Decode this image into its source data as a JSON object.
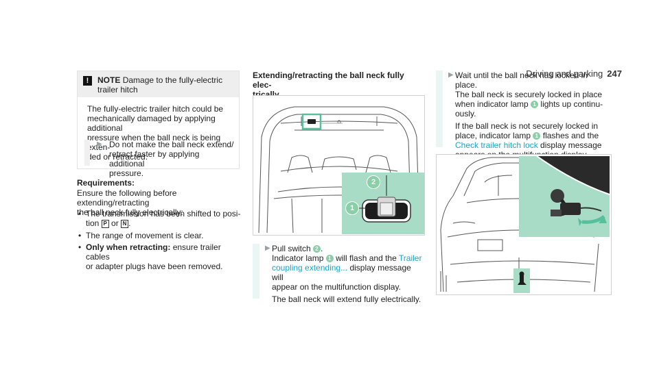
{
  "header": {
    "section": "Driving and parking",
    "page": "247"
  },
  "note": {
    "icon": "warning-icon",
    "label": "NOTE",
    "title": "Damage to the fully-electric trailer hitch",
    "body_lines": [
      "The fully-electric trailer hitch could be",
      "mechanically damaged by applying additional",
      "pressure when the ball neck is being exten-",
      "ded or retracted."
    ],
    "action_lines": [
      "Do not make the ball neck extend/",
      "retract faster by applying additional",
      "pressure."
    ]
  },
  "requirements": {
    "heading": "Requirements:",
    "intro_lines": [
      "Ensure the following before extending/retracting",
      "the ball neck fully electrically:"
    ],
    "bullet1_lines": [
      "The transmission has been shifted to posi-",
      "tion"
    ],
    "bullet1_key_p": "P",
    "bullet1_or": "or",
    "bullet1_key_n": "N",
    "bullet1_end": ".",
    "bullet2": "The range of movement is clear.",
    "bullet3_bold": "Only when retracting:",
    "bullet3_rest": " ensure trailer cables",
    "bullet3_line2": "or adapter plugs have been removed."
  },
  "extending": {
    "title_lines": [
      "Extending/retracting the ball neck fully elec-",
      "trically"
    ],
    "callouts": {
      "lamp": "1",
      "switch": "2"
    },
    "step1": {
      "pull": "Pull switch",
      "dot": ".",
      "lamp_text": "Indicator lamp",
      "flash_text": "will flash and the",
      "msg_part1": "Trailer",
      "msg_part2": "coupling extending...",
      "display_text": "display message will",
      "line3": "appear on the multifunction display.",
      "line4": "The ball neck will extend fully electrically."
    }
  },
  "wait_step": {
    "line1": "Wait until the ball neck has locked in place.",
    "line2": "The ball neck is securely locked in place",
    "line3a": "when indicator lamp",
    "line3b": "lights up continu-",
    "line4": "ously.",
    "line5": "If the ball neck is not securely locked in",
    "line6a": "place, indicator lamp",
    "line6b": "flashes and the",
    "msg": "Check trailer hitch lock",
    "line7b": " display message",
    "line8": "appears on the multifunction display."
  },
  "colors": {
    "teal_text": "#1aa4c9",
    "callout": "#8acfa7",
    "highlight": "#a8dcc6"
  }
}
